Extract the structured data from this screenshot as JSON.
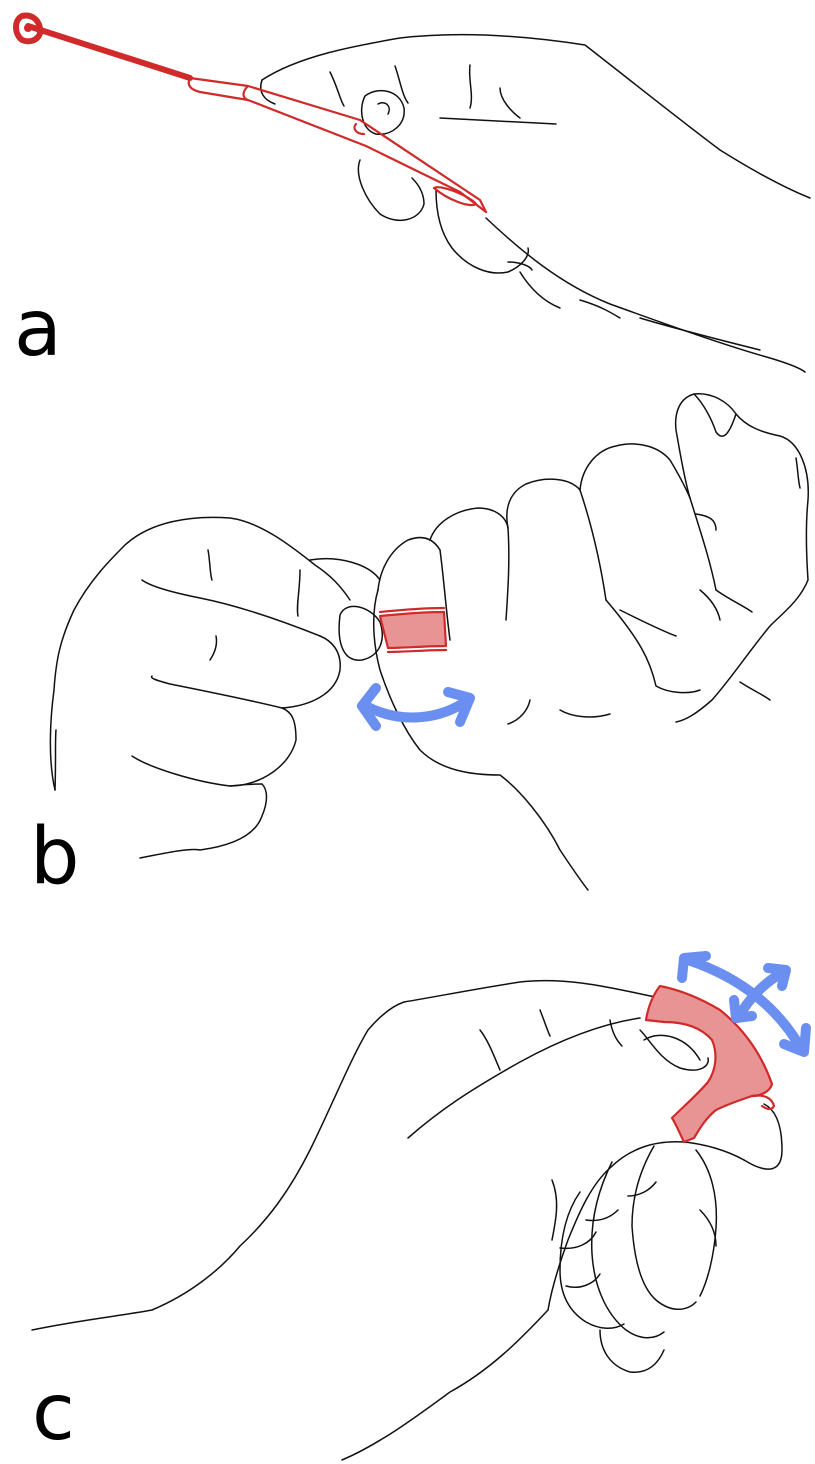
{
  "colors": {
    "outline": "#111111",
    "device_stroke": "#d02a2a",
    "device_fill": "#e89494",
    "arrow": "#6b8ff0"
  },
  "panels": [
    {
      "id": "a",
      "label": "a",
      "device": "pen-stylus",
      "has_motion_arrow": false
    },
    {
      "id": "b",
      "label": "b",
      "device": "finger-ring",
      "has_motion_arrow": true,
      "arrow_type": "curved-double-arrow"
    },
    {
      "id": "c",
      "label": "c",
      "device": "fingertip-sleeve",
      "has_motion_arrow": true,
      "arrow_type": "crossed-double-arrows"
    }
  ]
}
